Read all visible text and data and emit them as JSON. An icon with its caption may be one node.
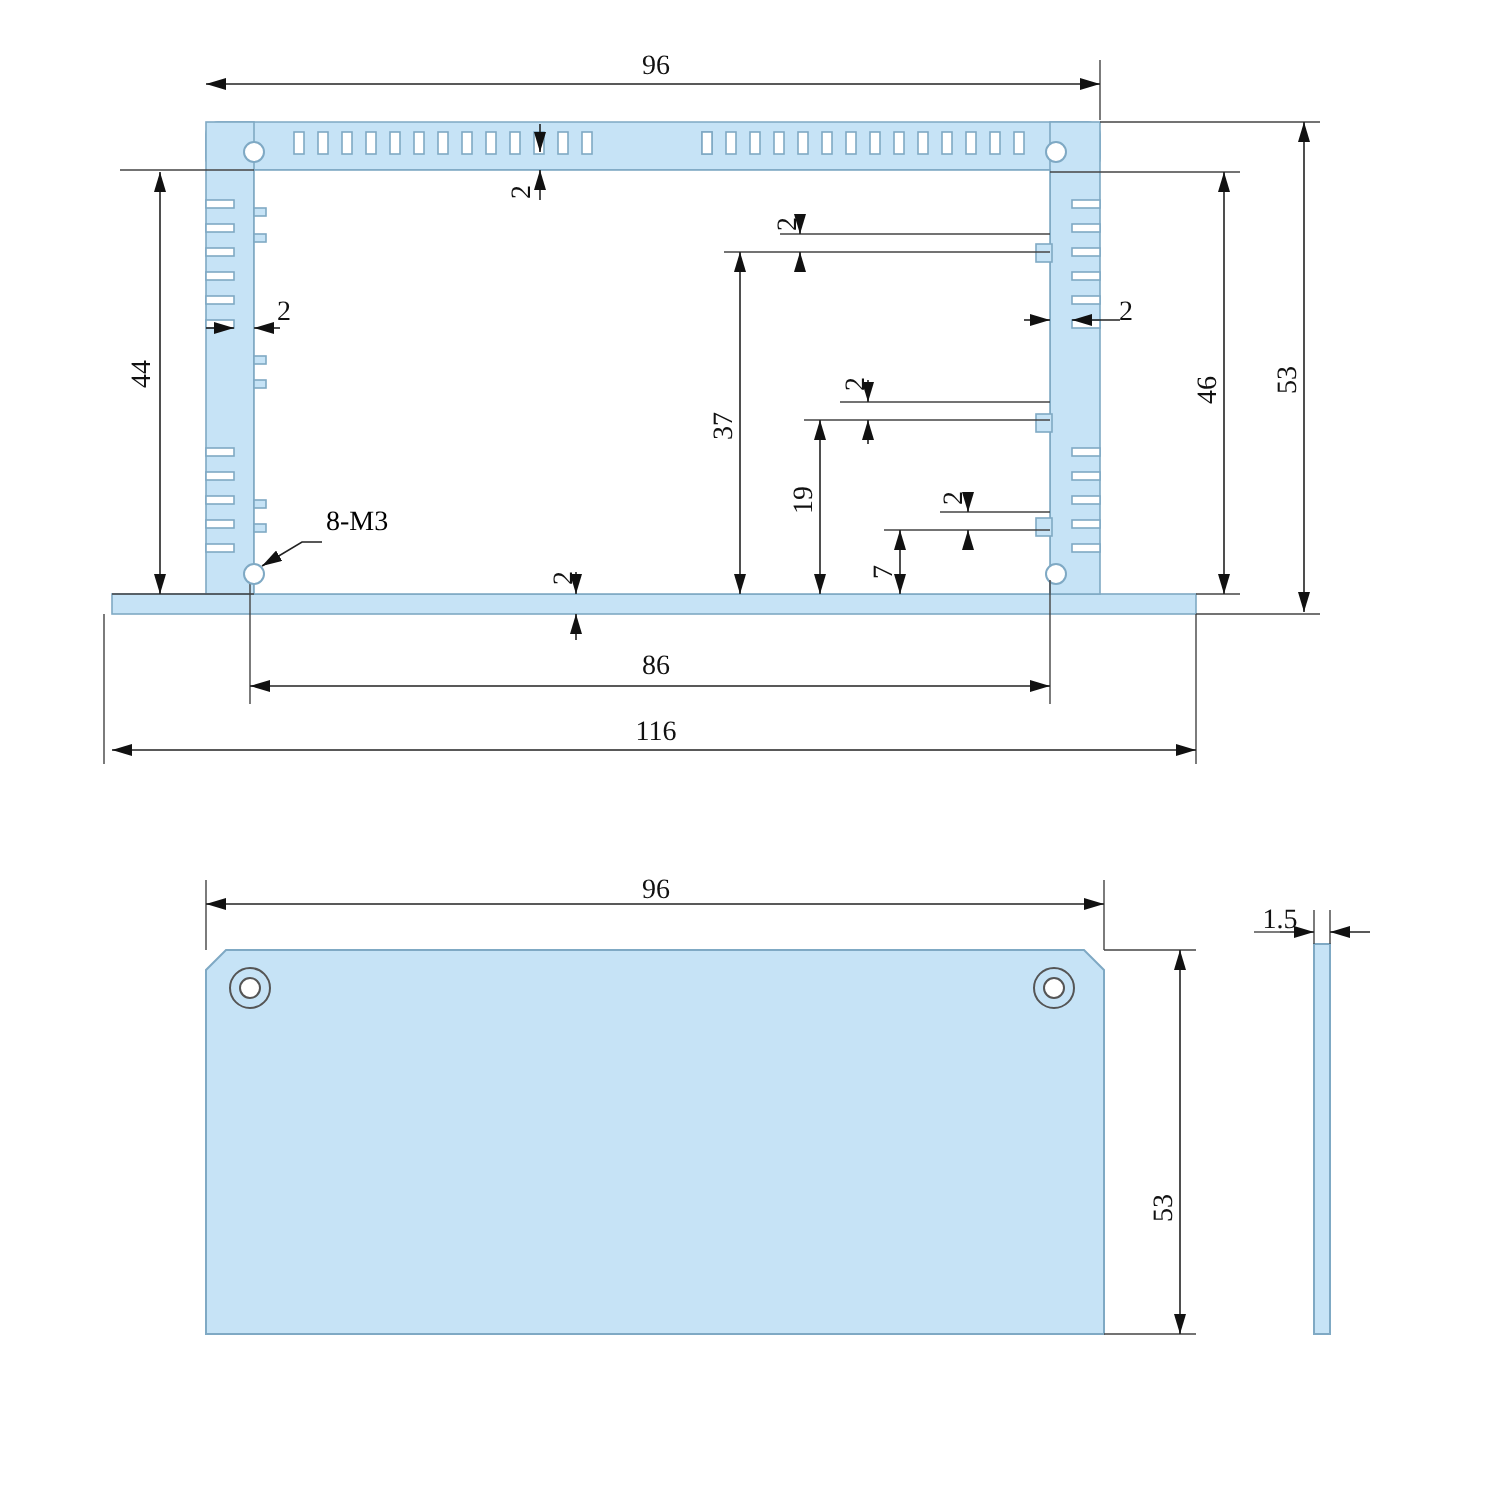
{
  "diagram": {
    "nodes": [
      {
        "text": [
          "8-M3"
        ]
      },
      {
        "text": [],
        "shape": "circle"
      }
    ],
    "edges": [
      {
        "from": 0,
        "to": 1,
        "arrow": "to"
      }
    ],
    "labels": [
      "96",
      "2",
      "2",
      "2",
      "2",
      "53",
      "46",
      "44",
      "37",
      "2",
      "19",
      "2",
      "7",
      "2",
      "86",
      "116",
      "96",
      "1.5",
      "53"
    ]
  }
}
